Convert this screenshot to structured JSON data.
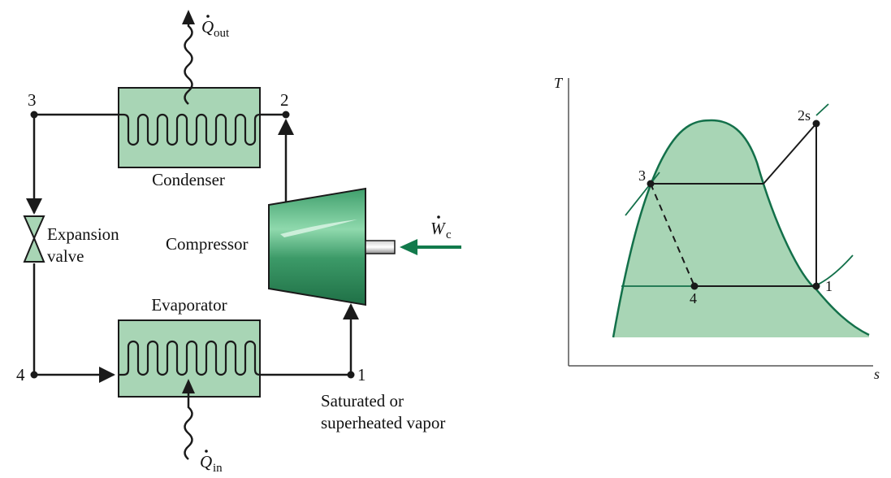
{
  "colors": {
    "fill": "#a8d5b5",
    "stroke_green": "#13704a",
    "outline": "#1a1a1a",
    "arrow_green": "#127a4c",
    "compressor_dark": "#2d8c5b",
    "compressor_light": "#7fd0a0"
  },
  "cycle_diagram": {
    "state_labels": {
      "s1": "1",
      "s2": "2",
      "s3": "3",
      "s4": "4"
    },
    "condenser": {
      "label": "Condenser"
    },
    "evaporator": {
      "label": "Evaporator"
    },
    "compressor": {
      "label": "Compressor"
    },
    "expansion_valve": {
      "line1": "Expansion",
      "line2": "valve"
    },
    "q_out": {
      "symbol": "Q",
      "subscript": "out"
    },
    "q_in": {
      "symbol": "Q",
      "subscript": "in"
    },
    "w_c": {
      "symbol": "W",
      "subscript": "c"
    },
    "state1_note": {
      "line1": "Saturated or",
      "line2": "superheated vapor"
    }
  },
  "ts_diagram": {
    "y_axis_label": "T",
    "x_axis_label": "s",
    "point_labels": {
      "p1": "1",
      "p2s": "2s",
      "p3": "3",
      "p4": "4"
    }
  }
}
